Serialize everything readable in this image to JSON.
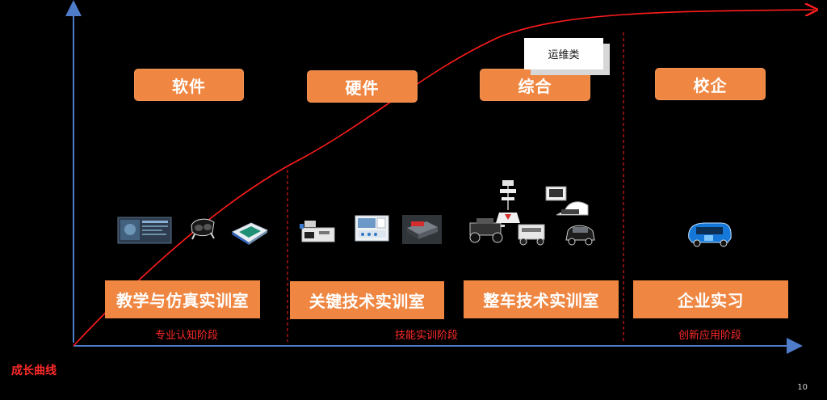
{
  "axis": {
    "title": "成长曲线"
  },
  "page": {
    "number": "10"
  },
  "categories": [
    {
      "label": "软件"
    },
    {
      "label": "硬件"
    },
    {
      "label": "综合"
    },
    {
      "label": "校企"
    }
  ],
  "labs": [
    {
      "label": "教学与仿真实训室"
    },
    {
      "label": "关键技术实训室"
    },
    {
      "label": "整车技术实训室"
    },
    {
      "label": "企业实习"
    }
  ],
  "stages": [
    {
      "label": "专业认知阶段"
    },
    {
      "label": "技能实训阶段"
    },
    {
      "label": "创新应用阶段"
    }
  ],
  "callout": {
    "label": "运维类"
  },
  "colors": {
    "background": "#000000",
    "accent_orange": "#ef8742",
    "curve_red": "#ff1c1c",
    "axis_blue": "#4f7cc9"
  },
  "icons": {
    "curve": "growth-curve",
    "teaching_products": [
      "screen-ui-icon",
      "vr-headset-icon",
      "circuit-board-icon"
    ],
    "key_tech_products": [
      "lab-bench-icon",
      "training-rack-icon",
      "robot-chassis-icon"
    ],
    "vehicle_products": [
      "small-autonomous-vehicle-icon",
      "radar-tower-icon",
      "simulation-cockpit-icon",
      "delivery-robot-icon"
    ],
    "enterprise_products": [
      "autonomous-bus-icon"
    ]
  }
}
